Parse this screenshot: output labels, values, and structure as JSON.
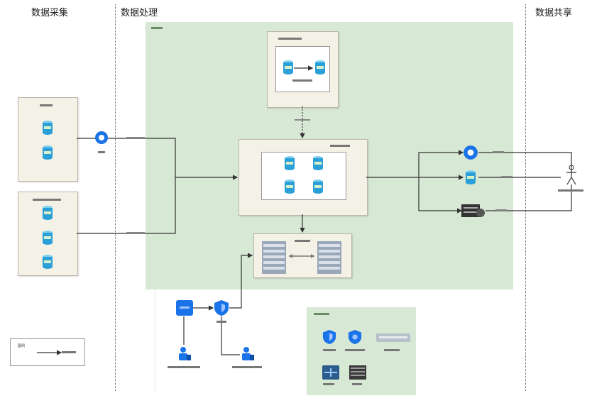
{
  "columns": {
    "collect": "数据采集",
    "process": "数据处理",
    "share": "数据共享"
  },
  "colors": {
    "panel": "#d7e8d4",
    "box": "#f4f1e6",
    "db": "#2b9fd8",
    "blue": "#1a73e8",
    "line": "#333333"
  },
  "icons": {
    "database": "database-icon",
    "gateway": "gateway-icon",
    "shield": "shield-icon",
    "server": "server-rack-icon",
    "user": "user-icon",
    "vpn": "vpn-icon"
  },
  "legend": {
    "title": "图例"
  }
}
